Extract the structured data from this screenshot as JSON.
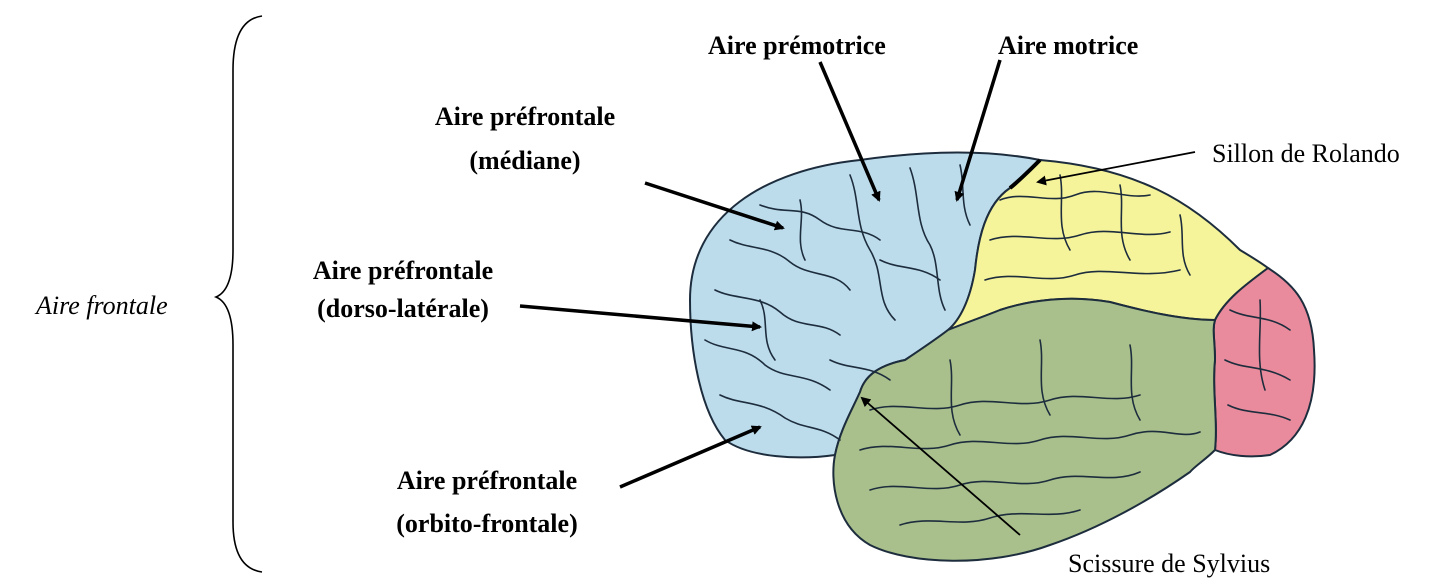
{
  "labels": {
    "aire_frontale": "Aire frontale",
    "premotrice": "Aire prémotrice",
    "motrice": "Aire motrice",
    "pref_mediane_l1": "Aire préfrontale",
    "pref_mediane_l2": "(médiane)",
    "pref_dorso_l1": "Aire préfrontale",
    "pref_dorso_l2": "(dorso-latérale)",
    "pref_orbito_l1": "Aire préfrontale",
    "pref_orbito_l2": "(orbito-frontale)",
    "rolando": "Sillon de Rolando",
    "sylvius": "Scissure de Sylvius"
  },
  "colors": {
    "frontal_lobe": "#bcdcec",
    "parietal_lobe": "#f6f49a",
    "temporal_lobe": "#a9c08c",
    "occipital_lobe": "#e98b9c",
    "sulci": "#1d2d3d",
    "arrows": "#000000"
  }
}
